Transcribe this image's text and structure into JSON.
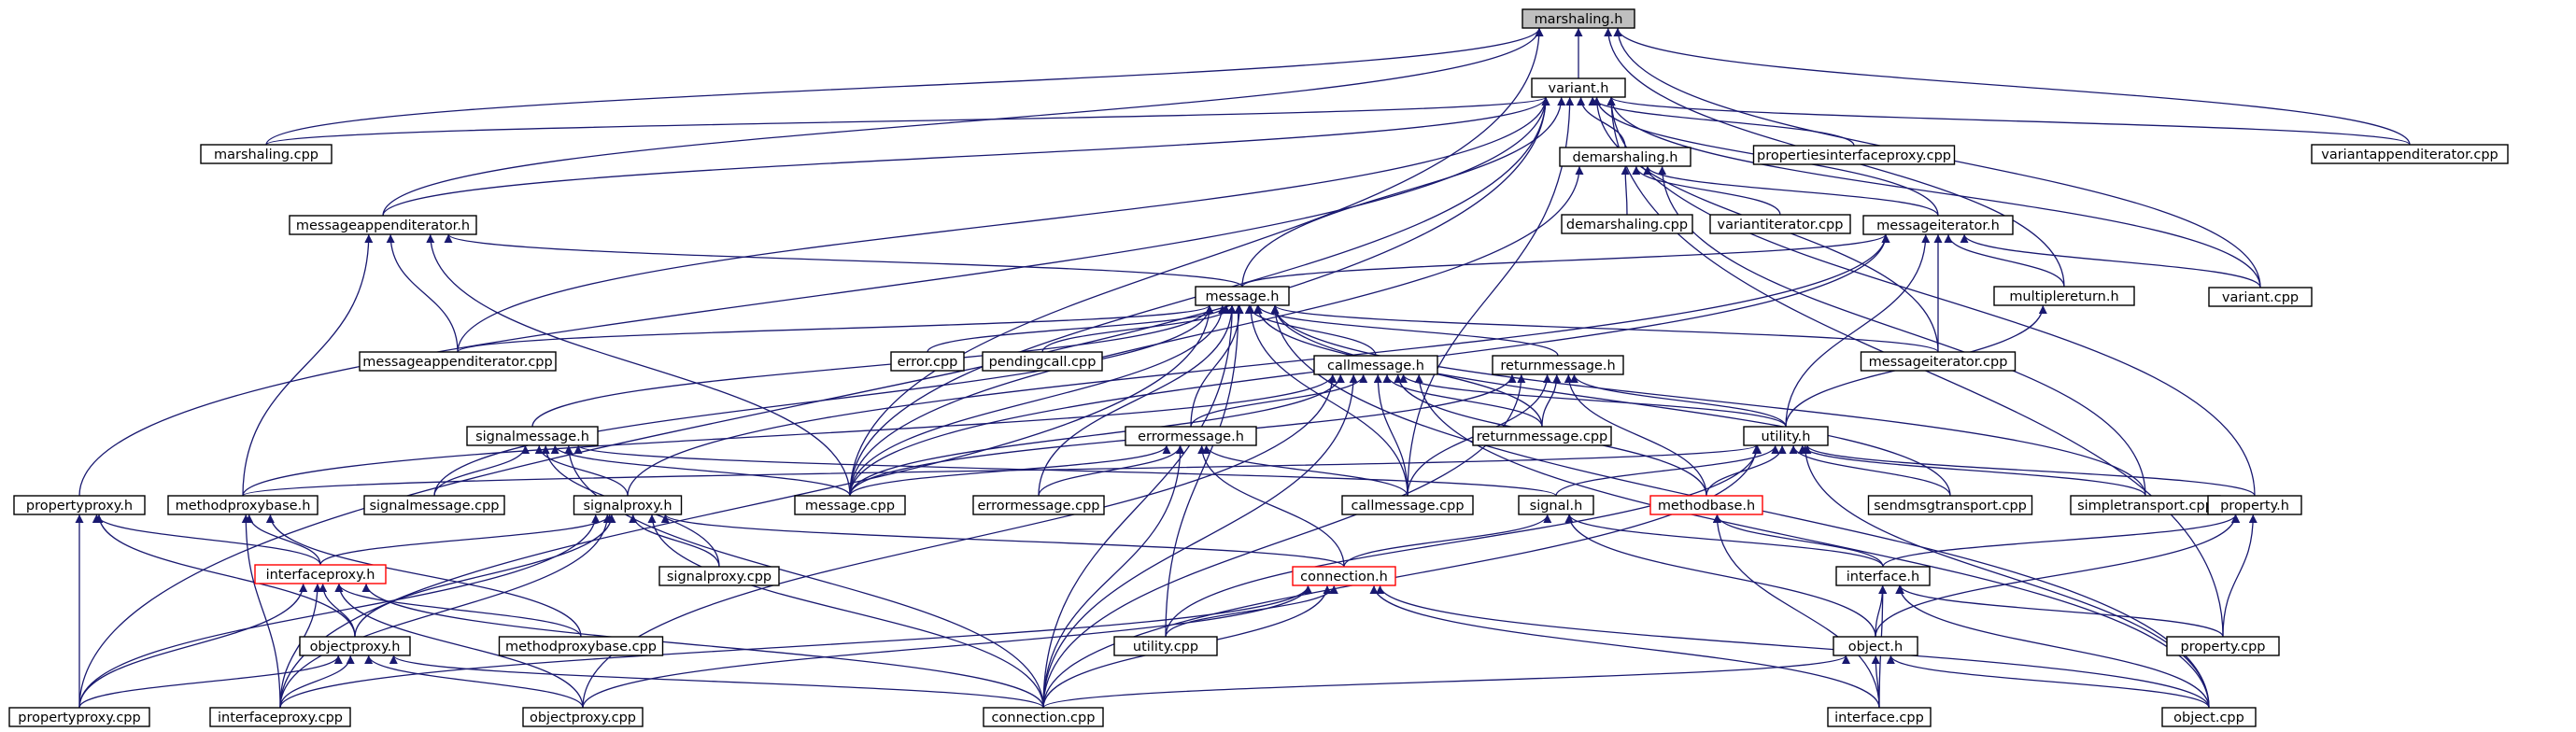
{
  "colors": {
    "edge": "#191970",
    "root_fill": "#bfbfbf",
    "border": "#000000",
    "broken_border": "#ff0000"
  },
  "nodes": [
    {
      "id": "marshaling_h",
      "label": "marshaling.h",
      "style": "root"
    },
    {
      "id": "variant_h",
      "label": "variant.h"
    },
    {
      "id": "marshaling_cpp",
      "label": "marshaling.cpp"
    },
    {
      "id": "demarshaling_h",
      "label": "demarshaling.h"
    },
    {
      "id": "propertiesinterfaceproxy_cpp",
      "label": "propertiesinterfaceproxy.cpp"
    },
    {
      "id": "variantappenditerator_cpp",
      "label": "variantappenditerator.cpp"
    },
    {
      "id": "messageappenditerator_h",
      "label": "messageappenditerator.h"
    },
    {
      "id": "demarshaling_cpp",
      "label": "demarshaling.cpp"
    },
    {
      "id": "variantiterator_cpp",
      "label": "variantiterator.cpp"
    },
    {
      "id": "messageiterator_h",
      "label": "messageiterator.h"
    },
    {
      "id": "message_h",
      "label": "message.h"
    },
    {
      "id": "multiplereturn_h",
      "label": "multiplereturn.h"
    },
    {
      "id": "variant_cpp",
      "label": "variant.cpp"
    },
    {
      "id": "messageappenditerator_cpp",
      "label": "messageappenditerator.cpp"
    },
    {
      "id": "error_cpp",
      "label": "error.cpp"
    },
    {
      "id": "pendingcall_cpp",
      "label": "pendingcall.cpp"
    },
    {
      "id": "callmessage_h",
      "label": "callmessage.h"
    },
    {
      "id": "returnmessage_h",
      "label": "returnmessage.h"
    },
    {
      "id": "messageiterator_cpp",
      "label": "messageiterator.cpp"
    },
    {
      "id": "signalmessage_h",
      "label": "signalmessage.h"
    },
    {
      "id": "errormessage_h",
      "label": "errormessage.h"
    },
    {
      "id": "returnmessage_cpp",
      "label": "returnmessage.cpp"
    },
    {
      "id": "utility_h",
      "label": "utility.h"
    },
    {
      "id": "propertyproxy_h",
      "label": "propertyproxy.h"
    },
    {
      "id": "methodproxybase_h",
      "label": "methodproxybase.h"
    },
    {
      "id": "signalmessage_cpp",
      "label": "signalmessage.cpp"
    },
    {
      "id": "signalproxy_h",
      "label": "signalproxy.h"
    },
    {
      "id": "message_cpp",
      "label": "message.cpp"
    },
    {
      "id": "errormessage_cpp",
      "label": "errormessage.cpp"
    },
    {
      "id": "callmessage_cpp",
      "label": "callmessage.cpp"
    },
    {
      "id": "signal_h",
      "label": "signal.h"
    },
    {
      "id": "methodbase_h",
      "label": "methodbase.h",
      "style": "red"
    },
    {
      "id": "sendmsgtransport_cpp",
      "label": "sendmsgtransport.cpp"
    },
    {
      "id": "simpletransport_cpp",
      "label": "simpletransport.cpp"
    },
    {
      "id": "property_h",
      "label": "property.h"
    },
    {
      "id": "interfaceproxy_h",
      "label": "interfaceproxy.h",
      "style": "red"
    },
    {
      "id": "signalproxy_cpp",
      "label": "signalproxy.cpp"
    },
    {
      "id": "connection_h",
      "label": "connection.h",
      "style": "red"
    },
    {
      "id": "interface_h",
      "label": "interface.h"
    },
    {
      "id": "objectproxy_h",
      "label": "objectproxy.h"
    },
    {
      "id": "methodproxybase_cpp",
      "label": "methodproxybase.cpp"
    },
    {
      "id": "utility_cpp",
      "label": "utility.cpp"
    },
    {
      "id": "object_h",
      "label": "object.h"
    },
    {
      "id": "property_cpp",
      "label": "property.cpp"
    },
    {
      "id": "propertyproxy_cpp",
      "label": "propertyproxy.cpp"
    },
    {
      "id": "interfaceproxy_cpp",
      "label": "interfaceproxy.cpp"
    },
    {
      "id": "objectproxy_cpp",
      "label": "objectproxy.cpp"
    },
    {
      "id": "connection_cpp",
      "label": "connection.cpp"
    },
    {
      "id": "interface_cpp",
      "label": "interface.cpp"
    },
    {
      "id": "object_cpp",
      "label": "object.cpp"
    }
  ],
  "edges": [
    [
      "variant_h",
      "marshaling_h"
    ],
    [
      "marshaling_cpp",
      "marshaling_h"
    ],
    [
      "messageappenditerator_h",
      "marshaling_h"
    ],
    [
      "variantappenditerator_cpp",
      "marshaling_h"
    ],
    [
      "message_cpp",
      "marshaling_h"
    ],
    [
      "multiplereturn_h",
      "marshaling_h"
    ],
    [
      "variant_cpp",
      "marshaling_h"
    ],
    [
      "marshaling_cpp",
      "variant_h"
    ],
    [
      "demarshaling_h",
      "variant_h"
    ],
    [
      "propertiesinterfaceproxy_cpp",
      "variant_h"
    ],
    [
      "variantappenditerator_cpp",
      "variant_h"
    ],
    [
      "messageappenditerator_h",
      "variant_h"
    ],
    [
      "messageiterator_h",
      "variant_h"
    ],
    [
      "message_h",
      "variant_h"
    ],
    [
      "variant_cpp",
      "variant_h"
    ],
    [
      "messageappenditerator_cpp",
      "variant_h"
    ],
    [
      "messageiterator_cpp",
      "variant_h"
    ],
    [
      "propertyproxy_h",
      "variant_h"
    ],
    [
      "message_cpp",
      "variant_h"
    ],
    [
      "callmessage_cpp",
      "variant_h"
    ],
    [
      "property_h",
      "variant_h"
    ],
    [
      "propertyproxy_cpp",
      "variant_h"
    ],
    [
      "property_cpp",
      "variant_h"
    ],
    [
      "demarshaling_cpp",
      "demarshaling_h"
    ],
    [
      "variantiterator_cpp",
      "demarshaling_h"
    ],
    [
      "messageiterator_h",
      "demarshaling_h"
    ],
    [
      "message_cpp",
      "demarshaling_h"
    ],
    [
      "simpletransport_cpp",
      "demarshaling_h"
    ],
    [
      "message_h",
      "messageappenditerator_h"
    ],
    [
      "messageappenditerator_cpp",
      "messageappenditerator_h"
    ],
    [
      "methodproxybase_h",
      "messageappenditerator_h"
    ],
    [
      "message_cpp",
      "messageappenditerator_h"
    ],
    [
      "message_h",
      "messageiterator_h"
    ],
    [
      "multiplereturn_h",
      "messageiterator_h"
    ],
    [
      "variant_cpp",
      "messageiterator_h"
    ],
    [
      "messageiterator_cpp",
      "messageiterator_h"
    ],
    [
      "utility_h",
      "messageiterator_h"
    ],
    [
      "message_cpp",
      "messageiterator_h"
    ],
    [
      "signalproxy_h",
      "messageiterator_h"
    ],
    [
      "utility_h",
      "multiplereturn_h"
    ],
    [
      "messageappenditerator_cpp",
      "message_h"
    ],
    [
      "error_cpp",
      "message_h"
    ],
    [
      "pendingcall_cpp",
      "message_h"
    ],
    [
      "callmessage_h",
      "message_h"
    ],
    [
      "returnmessage_h",
      "message_h"
    ],
    [
      "messageiterator_cpp",
      "message_h"
    ],
    [
      "signalmessage_h",
      "message_h"
    ],
    [
      "errormessage_h",
      "message_h"
    ],
    [
      "returnmessage_cpp",
      "message_h"
    ],
    [
      "message_cpp",
      "message_h"
    ],
    [
      "errormessage_cpp",
      "message_h"
    ],
    [
      "callmessage_cpp",
      "message_h"
    ],
    [
      "signalmessage_cpp",
      "message_h"
    ],
    [
      "sendmsgtransport_cpp",
      "message_h"
    ],
    [
      "simpletransport_cpp",
      "message_h"
    ],
    [
      "utility_cpp",
      "message_h"
    ],
    [
      "connection_cpp",
      "message_h"
    ],
    [
      "object_cpp",
      "message_h"
    ],
    [
      "interfaceproxy_cpp",
      "message_h"
    ],
    [
      "errormessage_h",
      "callmessage_h"
    ],
    [
      "returnmessage_cpp",
      "callmessage_h"
    ],
    [
      "utility_h",
      "callmessage_h"
    ],
    [
      "methodproxybase_h",
      "callmessage_h"
    ],
    [
      "message_cpp",
      "callmessage_h"
    ],
    [
      "callmessage_cpp",
      "callmessage_h"
    ],
    [
      "methodbase_h",
      "callmessage_h"
    ],
    [
      "connection_cpp",
      "callmessage_h"
    ],
    [
      "object_cpp",
      "callmessage_h"
    ],
    [
      "objectproxy_cpp",
      "callmessage_h"
    ],
    [
      "returnmessage_cpp",
      "returnmessage_h"
    ],
    [
      "utility_h",
      "returnmessage_h"
    ],
    [
      "message_cpp",
      "returnmessage_h"
    ],
    [
      "callmessage_cpp",
      "returnmessage_h"
    ],
    [
      "methodbase_h",
      "returnmessage_h"
    ],
    [
      "connection_cpp",
      "returnmessage_h"
    ],
    [
      "signalmessage_cpp",
      "signalmessage_h"
    ],
    [
      "signalproxy_h",
      "signalmessage_h"
    ],
    [
      "message_cpp",
      "signalmessage_h"
    ],
    [
      "signal_h",
      "signalmessage_h"
    ],
    [
      "signalproxy_cpp",
      "signalmessage_h"
    ],
    [
      "connection_cpp",
      "signalmessage_h"
    ],
    [
      "errormessage_cpp",
      "errormessage_h"
    ],
    [
      "message_cpp",
      "errormessage_h"
    ],
    [
      "callmessage_cpp",
      "errormessage_h"
    ],
    [
      "connection_h",
      "errormessage_h"
    ],
    [
      "connection_cpp",
      "errormessage_h"
    ],
    [
      "methodproxybase_h",
      "utility_h"
    ],
    [
      "signal_h",
      "utility_h"
    ],
    [
      "methodbase_h",
      "utility_h"
    ],
    [
      "sendmsgtransport_cpp",
      "utility_h"
    ],
    [
      "simpletransport_cpp",
      "utility_h"
    ],
    [
      "property_h",
      "utility_h"
    ],
    [
      "utility_cpp",
      "utility_h"
    ],
    [
      "connection_cpp",
      "utility_h"
    ],
    [
      "object_cpp",
      "utility_h"
    ],
    [
      "interfaceproxy_h",
      "propertyproxy_h"
    ],
    [
      "propertyproxy_cpp",
      "propertyproxy_h"
    ],
    [
      "objectproxy_h",
      "propertyproxy_h"
    ],
    [
      "interfaceproxy_h",
      "methodproxybase_h"
    ],
    [
      "methodproxybase_cpp",
      "methodproxybase_h"
    ],
    [
      "interfaceproxy_cpp",
      "methodproxybase_h"
    ],
    [
      "interfaceproxy_h",
      "signalproxy_h"
    ],
    [
      "signalproxy_cpp",
      "signalproxy_h"
    ],
    [
      "connection_h",
      "signalproxy_h"
    ],
    [
      "objectproxy_h",
      "signalproxy_h"
    ],
    [
      "connection_cpp",
      "signalproxy_h"
    ],
    [
      "propertyproxy_cpp",
      "signalproxy_h"
    ],
    [
      "interfaceproxy_cpp",
      "signalproxy_h"
    ],
    [
      "connection_h",
      "signal_h"
    ],
    [
      "interface_h",
      "signal_h"
    ],
    [
      "object_h",
      "signal_h"
    ],
    [
      "interface_h",
      "methodbase_h"
    ],
    [
      "interface_cpp",
      "methodbase_h"
    ],
    [
      "interface_h",
      "property_h"
    ],
    [
      "property_cpp",
      "property_h"
    ],
    [
      "object_h",
      "property_h"
    ],
    [
      "objectproxy_h",
      "interfaceproxy_h"
    ],
    [
      "methodproxybase_cpp",
      "interfaceproxy_h"
    ],
    [
      "propertyproxy_cpp",
      "interfaceproxy_h"
    ],
    [
      "interfaceproxy_cpp",
      "interfaceproxy_h"
    ],
    [
      "objectproxy_cpp",
      "interfaceproxy_h"
    ],
    [
      "connection_cpp",
      "interfaceproxy_h"
    ],
    [
      "utility_cpp",
      "connection_h"
    ],
    [
      "connection_cpp",
      "connection_h"
    ],
    [
      "interface_cpp",
      "connection_h"
    ],
    [
      "object_cpp",
      "connection_h"
    ],
    [
      "objectproxy_cpp",
      "connection_h"
    ],
    [
      "interfaceproxy_cpp",
      "connection_h"
    ],
    [
      "object_h",
      "interface_h"
    ],
    [
      "property_cpp",
      "interface_h"
    ],
    [
      "interface_cpp",
      "interface_h"
    ],
    [
      "object_cpp",
      "interface_h"
    ],
    [
      "propertyproxy_cpp",
      "objectproxy_h"
    ],
    [
      "interfaceproxy_cpp",
      "objectproxy_h"
    ],
    [
      "objectproxy_cpp",
      "objectproxy_h"
    ],
    [
      "connection_cpp",
      "objectproxy_h"
    ],
    [
      "interface_cpp",
      "object_h"
    ],
    [
      "object_cpp",
      "object_h"
    ],
    [
      "connection_cpp",
      "object_h"
    ]
  ]
}
